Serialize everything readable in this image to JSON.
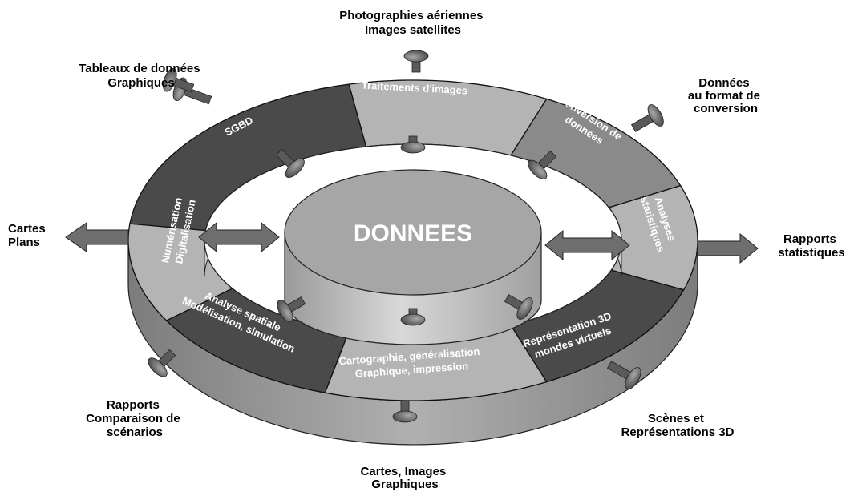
{
  "center": {
    "label": "DONNEES"
  },
  "segments": [
    {
      "id": "traitements",
      "lines": [
        "Traitements d'images"
      ]
    },
    {
      "id": "conversion",
      "lines": [
        "Conversion de",
        "données"
      ]
    },
    {
      "id": "analyses",
      "lines": [
        "Analyses",
        "statistiques"
      ]
    },
    {
      "id": "representation",
      "lines": [
        "Représentation 3D",
        "mondes virtuels"
      ]
    },
    {
      "id": "cartographie",
      "lines": [
        "Cartographie, généralisation",
        "Graphique, impression"
      ]
    },
    {
      "id": "analyse_spatiale",
      "lines": [
        "Analyse spatiale",
        "Modélisation, simulation"
      ]
    },
    {
      "id": "numerisation",
      "lines": [
        "Numérisation",
        "Digitalisation"
      ]
    },
    {
      "id": "sgbd",
      "lines": [
        "SGBD"
      ]
    }
  ],
  "outputs": {
    "top": [
      "Photographies aériennes",
      "Images satellites"
    ],
    "top_left": [
      "Tableaux de données",
      "Graphiques"
    ],
    "top_right": [
      "Données",
      "au format de",
      "conversion"
    ],
    "left": [
      "Cartes",
      "Plans"
    ],
    "right": [
      "Rapports",
      "statistiques"
    ],
    "bottom_left": [
      "Rapports",
      "Comparaison de",
      "scénarios"
    ],
    "bottom_right": [
      "Scènes et",
      "Représentations 3D"
    ],
    "bottom": [
      "Cartes, Images",
      "Graphiques"
    ]
  },
  "colors": {
    "light_segment": "#b4b4b4",
    "mid_segment": "#8a8a8a",
    "dark_segment": "#4a4a4a",
    "ring_wall": "#9c9c9c",
    "cylinder_top": "#a3a3a3",
    "cylinder_side": "#c8c8c8",
    "arrow": "#6e6e6e"
  }
}
